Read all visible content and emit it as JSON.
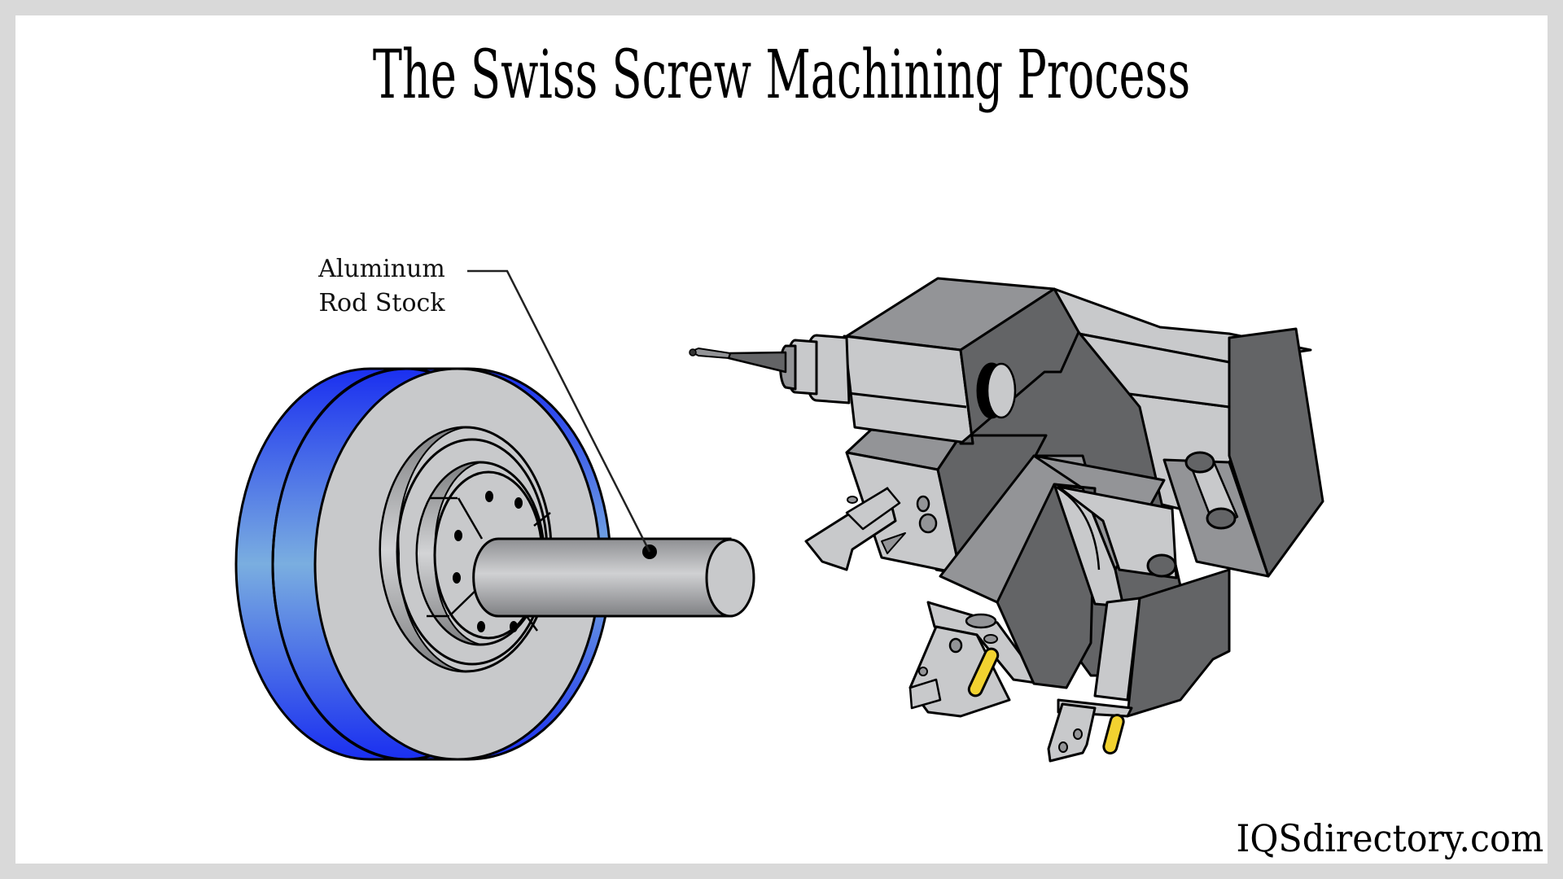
{
  "title": "The Swiss Screw Machining Process",
  "labels": {
    "rod_stock": {
      "line1": "Aluminum",
      "line2": "Rod Stock"
    }
  },
  "components": [
    "chuck / collet (blue and gray disc)",
    "aluminum rod stock",
    "spindle with drill bit",
    "tool holder / gang tool block",
    "turning tools with yellow coolant nozzles"
  ],
  "watermark": "IQSdirectory.com",
  "colors": {
    "frame": "#d9d9d9",
    "panel": "#ffffff",
    "chuck_blue_dark": "#1a2ff0",
    "chuck_blue_light": "#7aaee0",
    "metal_light": "#c8c9cb",
    "metal_mid": "#939497",
    "metal_dark": "#636466",
    "coolant_yellow": "#f2d230",
    "outline": "#000000"
  }
}
